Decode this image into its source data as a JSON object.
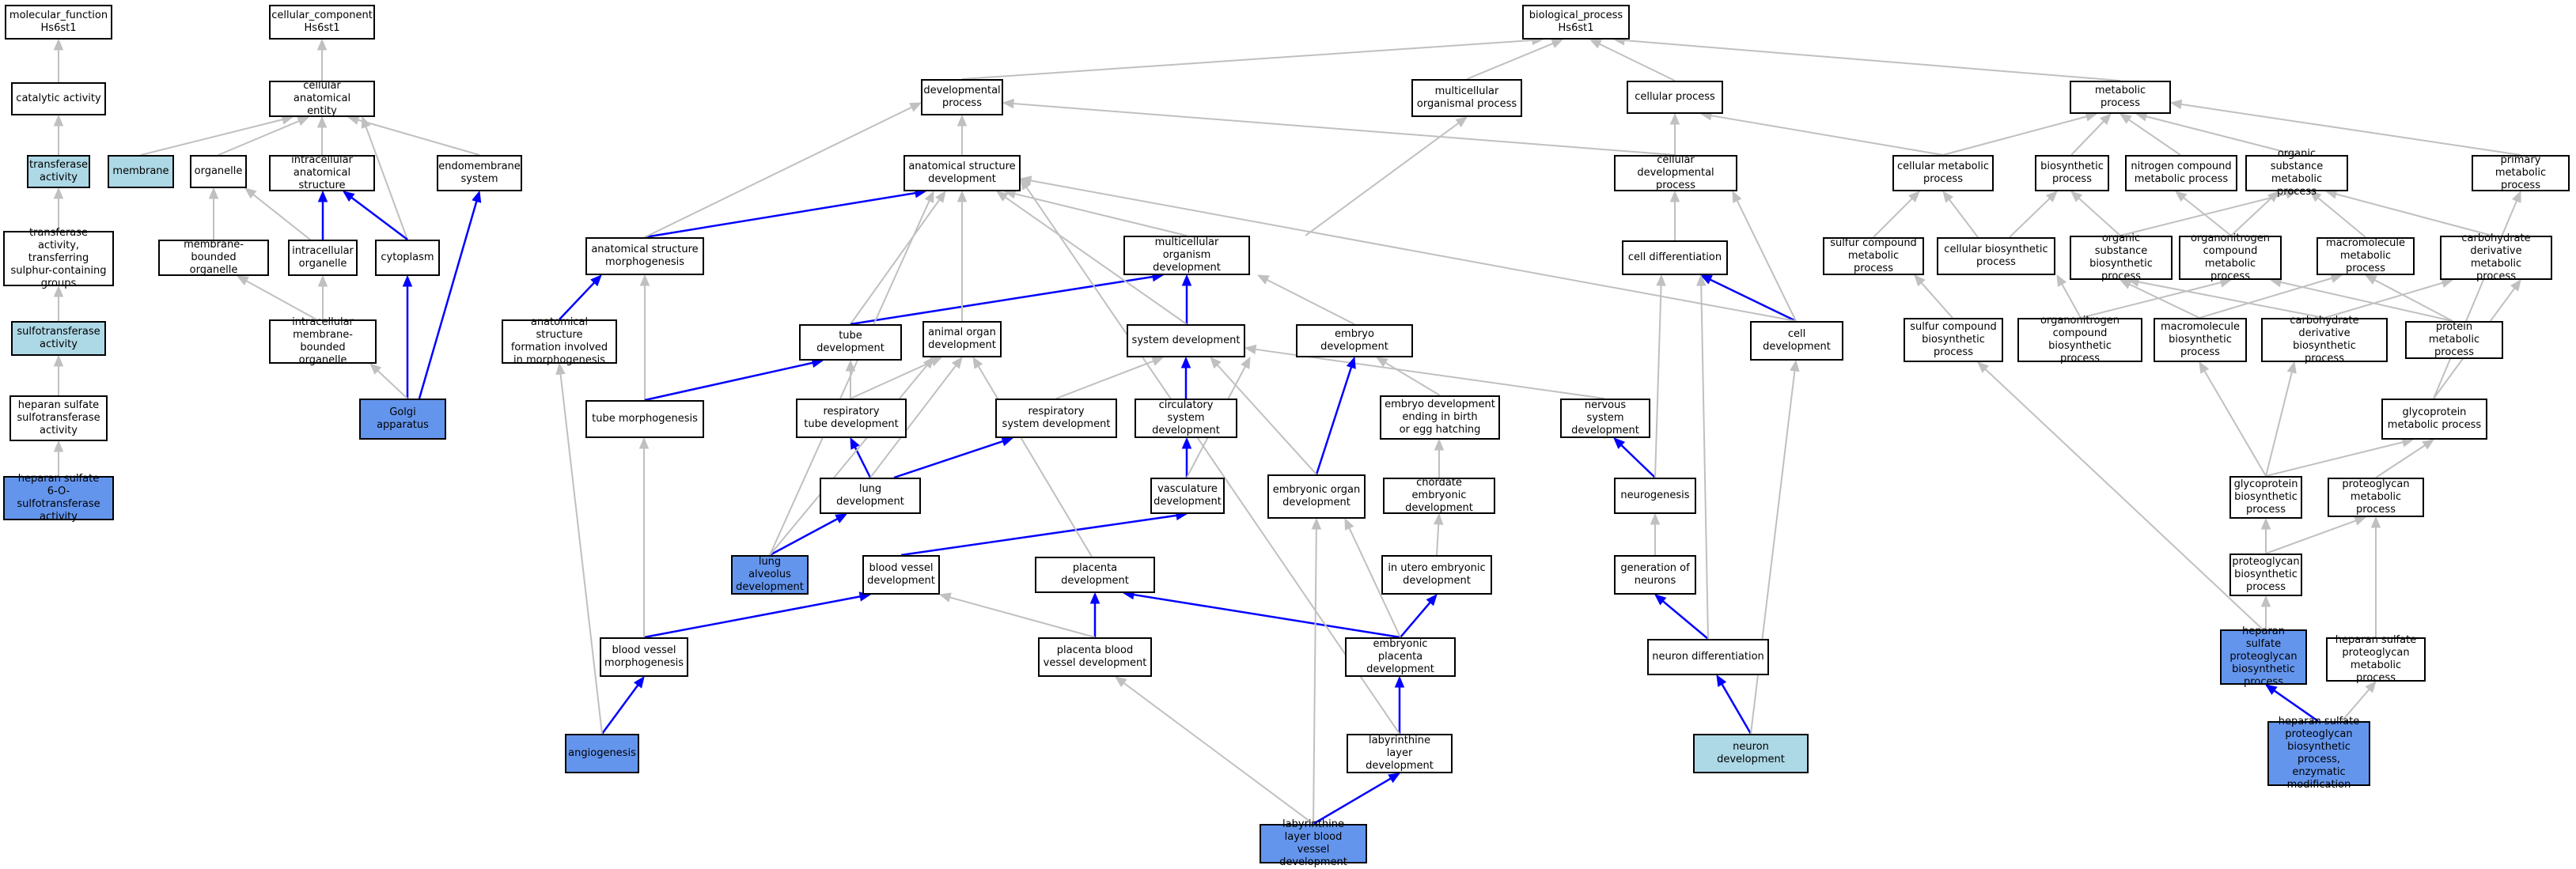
{
  "colors": {
    "light": "#add8e6",
    "dark": "#6495ed",
    "is_a_edge": "#c0c0c0",
    "part_of_edge": "#0000ff"
  },
  "nodes": {
    "mf_root": "molecular_function\nHs6st1",
    "catalytic": "catalytic activity",
    "transferase": "transferase\nactivity",
    "trans_sulfur": "transferase\nactivity, transferring\nsulphur-containing\ngroups",
    "sulfotransferase": "sulfotransferase\nactivity",
    "hs_sulfotransferase": "heparan sulfate\nsulfotransferase\nactivity",
    "hs_6o": "heparan sulfate\n6-O-sulfotransferase\nactivity",
    "cc_root": "cellular_component\nHs6st1",
    "cae": "cellular anatomical\nentity",
    "membrane": "membrane",
    "organelle": "organelle",
    "intra_struct": "intracellular\nanatomical structure",
    "endomembrane": "endomembrane\nsystem",
    "mb_organelle": "membrane-bounded\norganelle",
    "intra_organelle": "intracellular\norganelle",
    "cytoplasm": "cytoplasm",
    "intra_mb_organelle": "intracellular\nmembrane-bounded\norganelle",
    "golgi": "Golgi apparatus",
    "bp_root": "biological_process\nHs6st1",
    "dev_process": "developmental\nprocess",
    "multi_org_proc": "multicellular\norganismal process",
    "cellular_process": "cellular process",
    "metabolic_process": "metabolic process",
    "asd": "anatomical structure\ndevelopment",
    "cell_dev_process": "cellular developmental\nprocess",
    "cell_metab": "cellular metabolic\nprocess",
    "biosynthetic": "biosynthetic\nprocess",
    "nitrogen_cmp": "nitrogen compound\nmetabolic process",
    "organic_sub": "organic substance\nmetabolic process",
    "primary_metab": "primary metabolic\nprocess",
    "as_morph": "anatomical structure\nmorphogenesis",
    "multi_org_dev": "multicellular\norganism development",
    "cell_diff": "cell differentiation",
    "sulfur_metab": "sulfur compound\nmetabolic process",
    "cell_biosyn": "cellular biosynthetic\nprocess",
    "organic_biosyn": "organic substance\nbiosynthetic\nprocess",
    "organonitrogen_metab": "organonitrogen\ncompound metabolic\nprocess",
    "macromol_metab": "macromolecule\nmetabolic process",
    "carb_deriv_metab": "carbohydrate\nderivative metabolic\nprocess",
    "asf_morph": "anatomical structure\nformation involved\nin morphogenesis",
    "tube_dev": "tube development",
    "animal_organ": "animal organ\ndevelopment",
    "system_dev": "system development",
    "embryo_dev": "embryo development",
    "cell_development": "cell development",
    "sulfur_biosyn": "sulfur compound\nbiosynthetic\nprocess",
    "organonitrogen_biosyn": "organonitrogen\ncompound biosynthetic\nprocess",
    "macromol_biosyn": "macromolecule\nbiosynthetic\nprocess",
    "carb_deriv_biosyn": "carbohydrate\nderivative biosynthetic\nprocess",
    "protein_metab": "protein metabolic\nprocess",
    "tube_morph": "tube morphogenesis",
    "resp_tube": "respiratory\ntube development",
    "resp_sys": "respiratory\nsystem development",
    "circ_sys": "circulatory\nsystem development",
    "embryo_birth": "embryo development\nending in birth\nor egg hatching",
    "nervous_sys": "nervous system\ndevelopment",
    "glycoprotein_metab": "glycoprotein\nmetabolic process",
    "lung_dev": "lung development",
    "vasculature": "vasculature\ndevelopment",
    "embryonic_organ": "embryonic organ\ndevelopment",
    "chordate": "chordate embryonic\ndevelopment",
    "neurogenesis": "neurogenesis",
    "glycoprotein_biosyn": "glycoprotein\nbiosynthetic\nprocess",
    "proteoglycan_metab": "proteoglycan\nmetabolic process",
    "lung_alveolus": "lung alveolus\ndevelopment",
    "blood_vessel": "blood vessel\ndevelopment",
    "placenta": "placenta development",
    "in_utero": "in utero embryonic\ndevelopment",
    "gen_neurons": "generation of\nneurons",
    "proteoglycan_biosyn": "proteoglycan\nbiosynthetic\nprocess",
    "bv_morph": "blood vessel\nmorphogenesis",
    "placenta_bv": "placenta blood\nvessel development",
    "embryonic_placenta": "embryonic placenta\ndevelopment",
    "neuron_diff": "neuron differentiation",
    "hspg_biosyn": "heparan sulfate\nproteoglycan\nbiosynthetic\nprocess",
    "hspg_metab": "heparan sulfate\nproteoglycan\nmetabolic process",
    "angiogenesis": "angiogenesis",
    "labyrinthine": "labyrinthine\nlayer development",
    "neuron_development": "neuron development",
    "hspg_enzymatic": "heparan sulfate\nproteoglycan\nbiosynthetic\nprocess, enzymatic\nmodification",
    "lab_blood": "labyrinthine\nlayer blood\nvessel development"
  }
}
